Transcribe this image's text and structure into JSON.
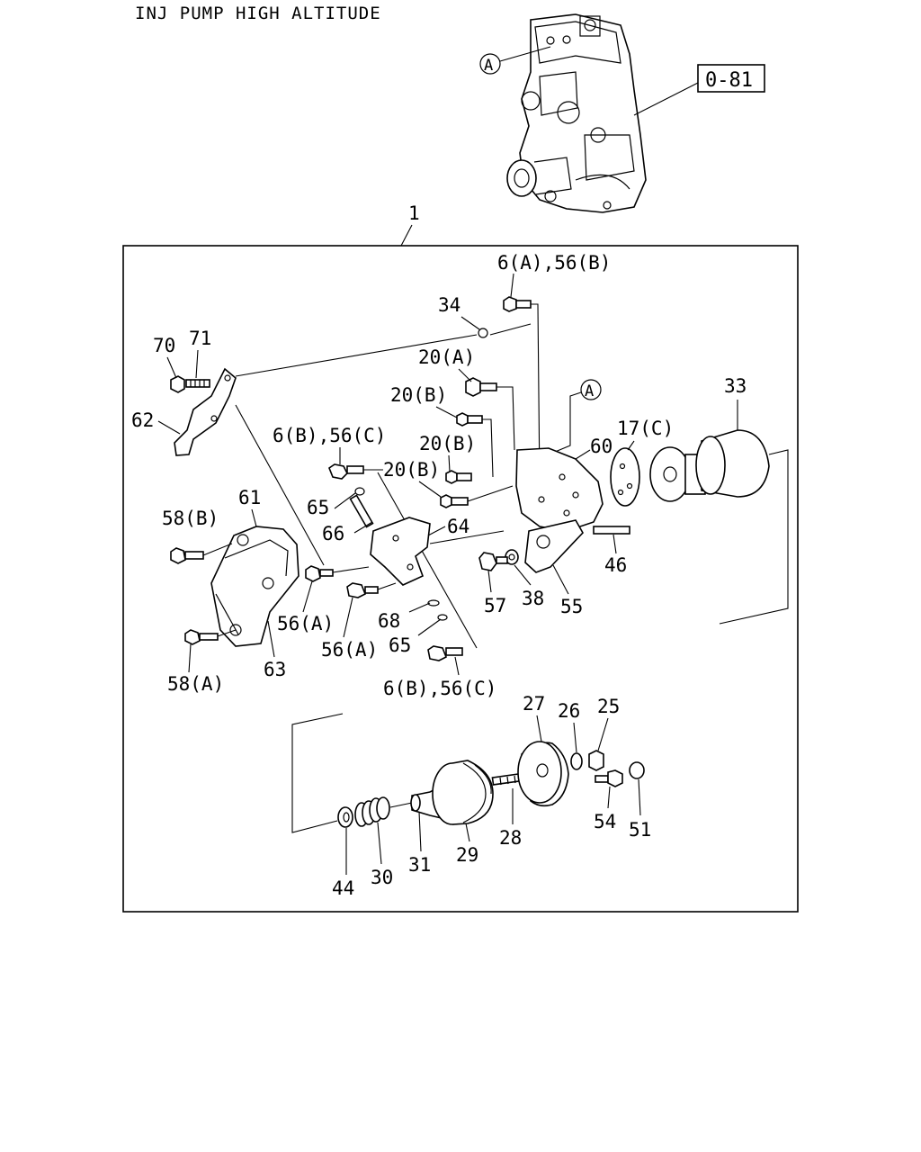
{
  "title": "INJ PUMP HIGH ALTITUDE",
  "reference_box": "0-81",
  "view_marker": "A",
  "assembly_callout": "1",
  "callouts": {
    "c_6a_56b": "6(A),56(B)",
    "c_34": "34",
    "c_70": "70",
    "c_71": "71",
    "c_20a": "20(A)",
    "c_20b_1": "20(B)",
    "c_20b_2": "20(B)",
    "c_20b_3": "20(B)",
    "c_33": "33",
    "c_17c": "17(C)",
    "c_60": "60",
    "c_62": "62",
    "c_6b_56c_top": "6(B),56(C)",
    "c_61": "61",
    "c_58b": "58(B)",
    "c_65_top": "65",
    "c_66": "66",
    "c_64": "64",
    "c_46": "46",
    "c_57": "57",
    "c_38": "38",
    "c_55": "55",
    "c_56a_1": "56(A)",
    "c_56a_2": "56(A)",
    "c_68": "68",
    "c_65_bot": "65",
    "c_63": "63",
    "c_58a": "58(A)",
    "c_6b_56c_bot": "6(B),56(C)",
    "c_27": "27",
    "c_26": "26",
    "c_25": "25",
    "c_54": "54",
    "c_51": "51",
    "c_28": "28",
    "c_29": "29",
    "c_31": "31",
    "c_30": "30",
    "c_44": "44"
  }
}
